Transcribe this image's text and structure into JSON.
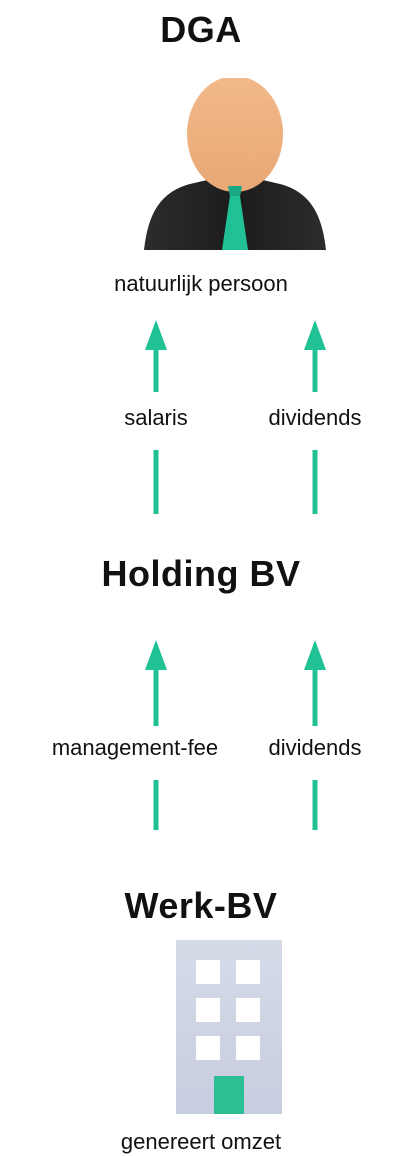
{
  "dga": {
    "title": "DGA",
    "caption": "natuurlijk persoon"
  },
  "holding": {
    "title": "Holding BV"
  },
  "werk": {
    "title": "Werk-BV",
    "caption": "genereert omzet"
  },
  "flows_to_dga": {
    "left_label": "salaris",
    "right_label": "dividends"
  },
  "flows_to_holding": {
    "left_label": "management-fee",
    "right_label": "dividends"
  },
  "colors": {
    "arrow": "#21c196",
    "skin": "#eeb17f",
    "suit": "#232323",
    "tie": "#21c196",
    "building": "#cfd4e3",
    "window": "#ffffff",
    "door": "#2bbf93"
  }
}
